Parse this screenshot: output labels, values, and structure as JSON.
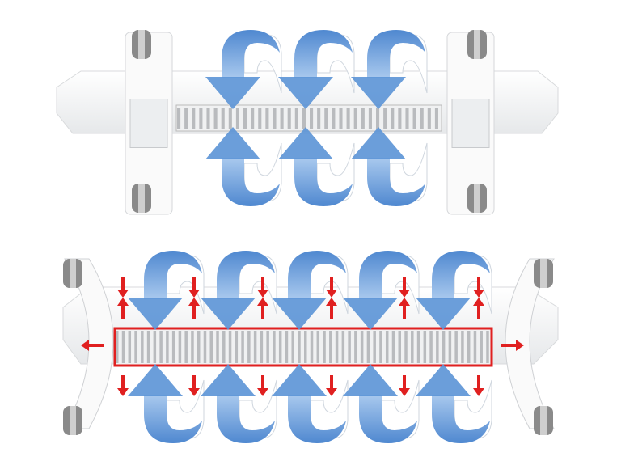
{
  "colors": {
    "background": "#ffffff",
    "heater_body": "#f4f5f6",
    "grille": "#d9dadc",
    "airflow_arrow": "#5b93d6",
    "airflow_arrow_light": "#a9c9ee",
    "heat_arrow": "#e02020",
    "wheel": "#8a8a8a"
  },
  "units": [
    {
      "name": "heater-top-view",
      "airflow_arrow_pairs": 3,
      "heat_arrows": false
    },
    {
      "name": "heater-bottom-view",
      "airflow_arrow_pairs": 5,
      "heat_arrows": true
    }
  ],
  "icons": [
    "airflow-in-arrow-icon",
    "heat-out-arrow-icon",
    "wheel-icon"
  ]
}
